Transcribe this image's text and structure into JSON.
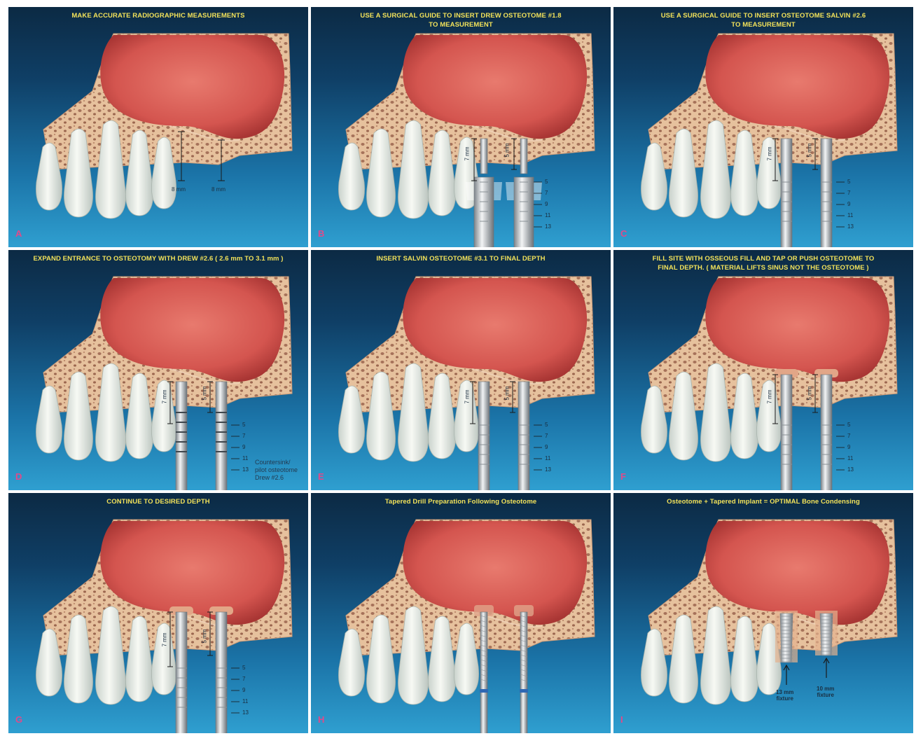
{
  "panels": [
    {
      "letter": "A",
      "title": "MAKE ACCURATE RADIOGRAPHIC MEASUREMENTS",
      "tool": "none",
      "marks": [
        "8 mm",
        "8 mm"
      ]
    },
    {
      "letter": "B",
      "title": "USE A SURGICAL GUIDE TO INSERT DREW OSTEOTOME #1.8\nTO MEASUREMENT",
      "tool": "osteotome-thin",
      "marks": [
        "7 mm",
        "5 mm"
      ]
    },
    {
      "letter": "C",
      "title": "USE A SURGICAL GUIDE TO INSERT OSTEOTOME SALVIN #2.6\nTO MEASUREMENT",
      "tool": "osteotome",
      "marks": [
        "7 mm",
        "5 mm"
      ]
    },
    {
      "letter": "D",
      "title": "EXPAND ENTRANCE TO OSTEOTOMY WITH DREW #2.6 ( 2.6 mm TO 3.1 mm )",
      "tool": "osteotome-banded",
      "marks": [
        "7 mm",
        "5 mm"
      ],
      "note": "Countersink/\npilot osteotome\nDrew #2.6"
    },
    {
      "letter": "E",
      "title": "INSERT SALVIN OSTEOTOME #3.1 TO FINAL DEPTH",
      "tool": "osteotome",
      "marks": [
        "7 mm",
        "5 mm"
      ]
    },
    {
      "letter": "F",
      "title": "FILL SITE WITH OSSEOUS FILL AND TAP OR PUSH OSTEOTOME TO\nFINAL DEPTH. ( MATERIAL LIFTS SINUS NOT THE OSTEOTOME )",
      "tool": "osteotome-fill",
      "marks": [
        "7 mm",
        "5 mm"
      ]
    },
    {
      "letter": "G",
      "title": "CONTINUE TO DESIRED DEPTH",
      "tool": "osteotome-lift",
      "marks": [
        "7 mm",
        "5 mm"
      ]
    },
    {
      "letter": "H",
      "title": "Tapered Drill Preparation Following Osteotome",
      "tool": "drill",
      "marks": []
    },
    {
      "letter": "I",
      "title": "Osteotome + Tapered Implant = OPTIMAL Bone Condensing",
      "tool": "implant",
      "marks": [],
      "fixtures": [
        "13 mm\nfixture",
        "10 mm\nfixture"
      ]
    }
  ],
  "scale_numbers": [
    "5",
    "7",
    "9",
    "11",
    "13"
  ],
  "colors": {
    "title": "#f2e25a",
    "letter": "#e14a8a",
    "sinus": "#d85a58",
    "bone": "#e3bd99",
    "tooth": "#f1f4ee"
  }
}
